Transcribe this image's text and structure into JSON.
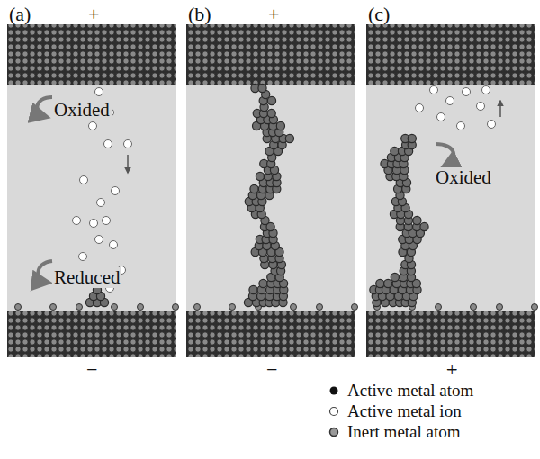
{
  "diagram": {
    "labels": [
      "(a)",
      "+",
      "(b)",
      "+",
      "(c)",
      "−",
      "−",
      "−",
      "+",
      "Oxided",
      "Reduced",
      "Oxided"
    ],
    "legend": [
      {
        "text": "Active metal atom"
      },
      {
        "text": "Active metal ion"
      },
      {
        "text": "Inert metal atom"
      }
    ]
  }
}
